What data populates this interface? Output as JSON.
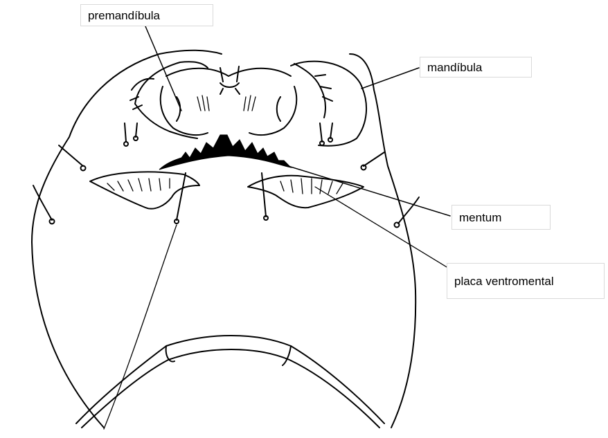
{
  "labels": {
    "premandibula": "premandíbula",
    "mandibula": "mandíbula",
    "mentum": "mentum",
    "placa_ventromental": "placa ventromental"
  },
  "colors": {
    "stroke": "#000000",
    "background": "#ffffff",
    "box_border": "#d9d9d9"
  }
}
